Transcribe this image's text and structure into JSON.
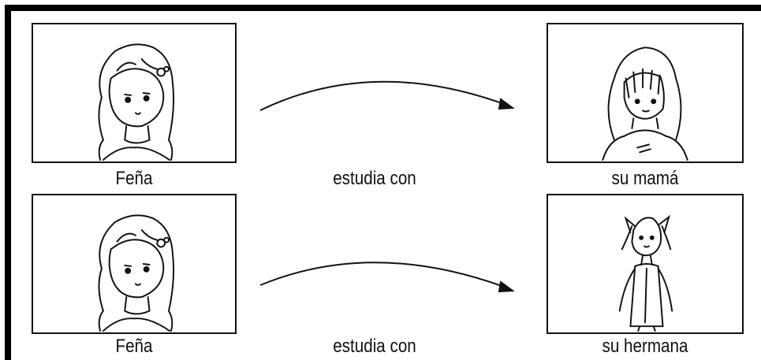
{
  "rows": [
    {
      "subject": "Feña",
      "verb": "estudia con",
      "object": "su mamá"
    },
    {
      "subject": "Feña",
      "verb": "estudia con",
      "object": "su hermana"
    }
  ],
  "colors": {
    "ink": "#111111",
    "border": "#000000",
    "background": "#ffffff"
  }
}
